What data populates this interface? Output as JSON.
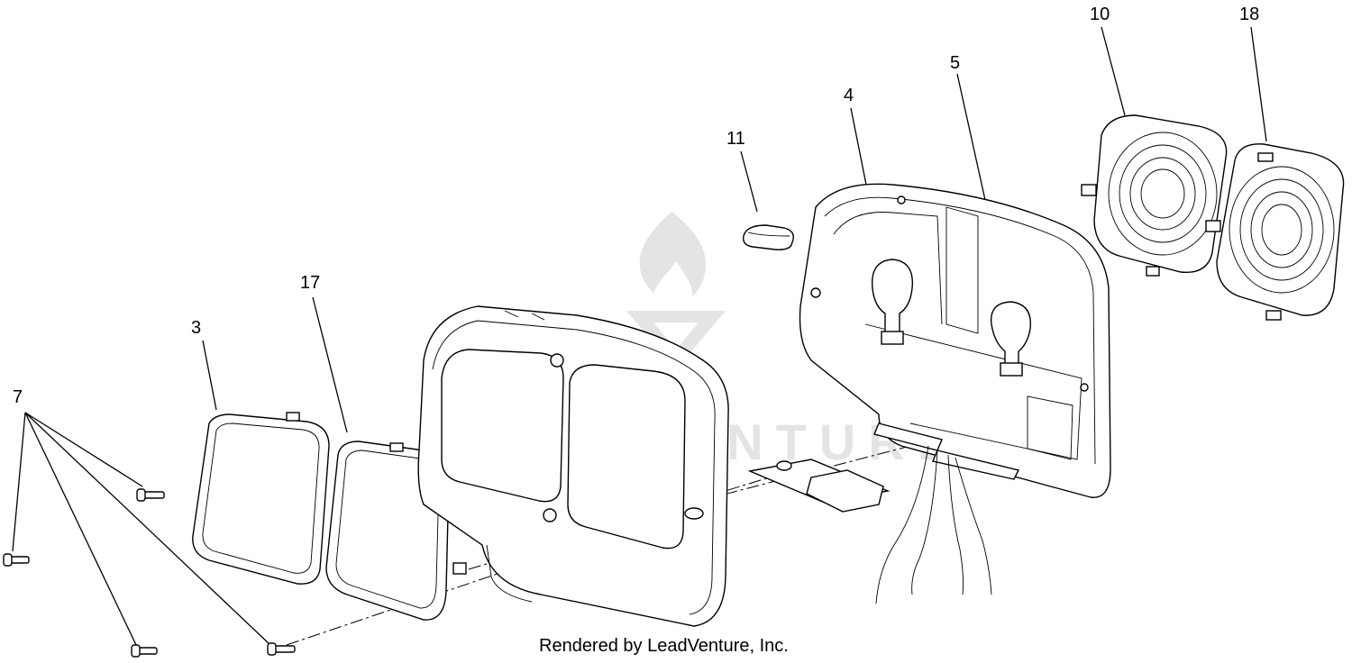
{
  "callouts": {
    "c7": "7",
    "c3": "3",
    "c17": "17",
    "c11": "11",
    "c4": "4",
    "c5": "5",
    "c10": "10",
    "c18": "18"
  },
  "credit": "Rendered by LeadVenture, Inc.",
  "watermark": "LEADVENTURE",
  "colors": {
    "line": "#000000",
    "watermark": "#e4e4e4",
    "background": "#ffffff"
  }
}
